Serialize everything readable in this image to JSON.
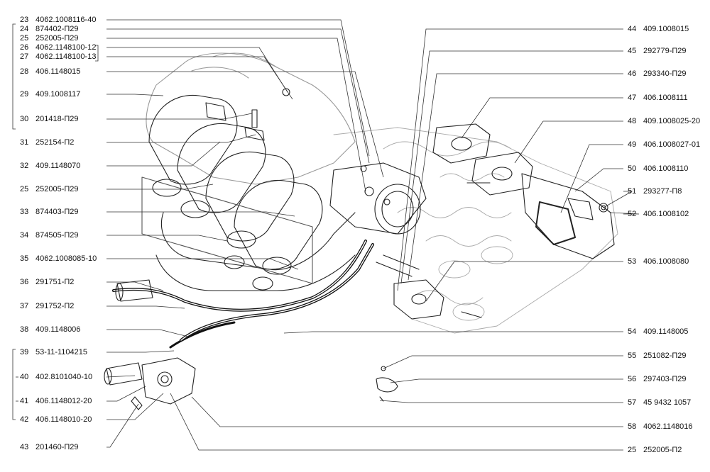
{
  "left_callouts": [
    {
      "num": "23",
      "part": "4062.1008116-40"
    },
    {
      "num": "24",
      "part": "874402-П29"
    },
    {
      "num": "25",
      "part": "252005-П29"
    },
    {
      "num": "26",
      "part": "4062.1148100-12"
    },
    {
      "num": "27",
      "part": "4062.1148100-13"
    },
    {
      "num": "28",
      "part": "406.1148015"
    },
    {
      "num": "29",
      "part": "409.1008117"
    },
    {
      "num": "30",
      "part": "201418-П29"
    },
    {
      "num": "31",
      "part": "252154-П2"
    },
    {
      "num": "32",
      "part": "409.1148070"
    },
    {
      "num": "25",
      "part": "252005-П29"
    },
    {
      "num": "33",
      "part": "874403-П29"
    },
    {
      "num": "34",
      "part": "874505-П29"
    },
    {
      "num": "35",
      "part": "4062.1008085-10"
    },
    {
      "num": "36",
      "part": "291751-П2"
    },
    {
      "num": "37",
      "part": "291752-П2"
    },
    {
      "num": "38",
      "part": "409.1148006"
    },
    {
      "num": "39",
      "part": "53-11-1104215"
    },
    {
      "num": "40",
      "part": "402.8101040-10"
    },
    {
      "num": "41",
      "part": "406.1148012-20"
    },
    {
      "num": "42",
      "part": "406.1148010-20"
    },
    {
      "num": "43",
      "part": "201460-П29"
    }
  ],
  "right_callouts": [
    {
      "num": "44",
      "part": "409.1008015"
    },
    {
      "num": "45",
      "part": "292779-П29"
    },
    {
      "num": "46",
      "part": "293340-П29"
    },
    {
      "num": "47",
      "part": "406.1008111"
    },
    {
      "num": "48",
      "part": "409.1008025-20"
    },
    {
      "num": "49",
      "part": "406.1008027-01"
    },
    {
      "num": "50",
      "part": "406.1008110"
    },
    {
      "num": "51",
      "part": "293277-П8"
    },
    {
      "num": "52",
      "part": "406.1008102"
    },
    {
      "num": "53",
      "part": "406.1008080"
    },
    {
      "num": "54",
      "part": "409.1148005"
    },
    {
      "num": "55",
      "part": "251082-П29"
    },
    {
      "num": "56",
      "part": "297403-П29"
    },
    {
      "num": "57",
      "part": "45 9432 1057"
    },
    {
      "num": "58",
      "part": "4062.1148016"
    },
    {
      "num": "25",
      "part": "252005-П2"
    }
  ]
}
